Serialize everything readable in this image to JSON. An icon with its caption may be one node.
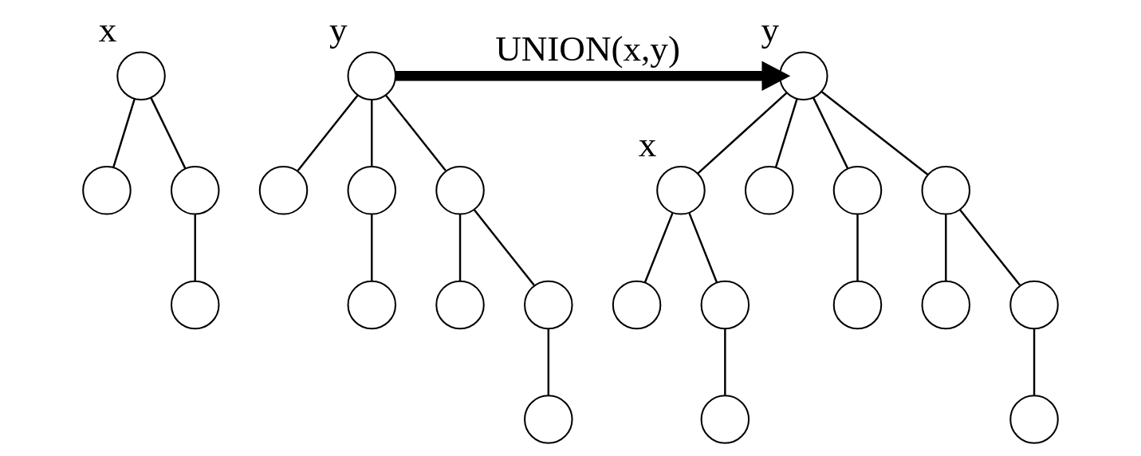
{
  "diagram": {
    "nodes": [
      {
        "text": [],
        "shape": "circle",
        "beside": [
          "x"
        ]
      },
      {
        "text": [],
        "shape": "circle"
      },
      {
        "text": [],
        "shape": "circle"
      },
      {
        "text": [],
        "shape": "circle"
      },
      {
        "text": [],
        "shape": "circle",
        "beside": [
          "y"
        ]
      },
      {
        "text": [],
        "shape": "circle"
      },
      {
        "text": [],
        "shape": "circle"
      },
      {
        "text": [],
        "shape": "circle"
      },
      {
        "text": [],
        "shape": "circle"
      },
      {
        "text": [],
        "shape": "circle"
      },
      {
        "text": [],
        "shape": "circle"
      },
      {
        "text": [],
        "shape": "circle"
      },
      {
        "text": [],
        "shape": "circle",
        "beside": [
          "y"
        ]
      },
      {
        "text": [],
        "shape": "circle",
        "beside": [
          "x"
        ]
      },
      {
        "text": [],
        "shape": "circle"
      },
      {
        "text": [],
        "shape": "circle"
      },
      {
        "text": [],
        "shape": "circle"
      },
      {
        "text": [],
        "shape": "circle"
      },
      {
        "text": [],
        "shape": "circle"
      },
      {
        "text": [],
        "shape": "circle"
      },
      {
        "text": [],
        "shape": "circle"
      },
      {
        "text": [],
        "shape": "circle"
      },
      {
        "text": [],
        "shape": "circle"
      },
      {
        "text": [],
        "shape": "circle"
      }
    ],
    "edges": [
      {
        "from": 0,
        "to": 1,
        "arrow": "none"
      },
      {
        "from": 0,
        "to": 2,
        "arrow": "none"
      },
      {
        "from": 2,
        "to": 3,
        "arrow": "none"
      },
      {
        "from": 4,
        "to": 5,
        "arrow": "none"
      },
      {
        "from": 4,
        "to": 6,
        "arrow": "none"
      },
      {
        "from": 4,
        "to": 7,
        "arrow": "none"
      },
      {
        "from": 6,
        "to": 8,
        "arrow": "none"
      },
      {
        "from": 7,
        "to": 9,
        "arrow": "none"
      },
      {
        "from": 7,
        "to": 10,
        "arrow": "none"
      },
      {
        "from": 10,
        "to": 11,
        "arrow": "none"
      },
      {
        "from": 4,
        "to": 12,
        "arrow": "to",
        "style": "thick",
        "label": "UNION(x,y)"
      },
      {
        "from": 12,
        "to": 13,
        "arrow": "none"
      },
      {
        "from": 12,
        "to": 14,
        "arrow": "none"
      },
      {
        "from": 12,
        "to": 15,
        "arrow": "none"
      },
      {
        "from": 12,
        "to": 16,
        "arrow": "none"
      },
      {
        "from": 13,
        "to": 17,
        "arrow": "none"
      },
      {
        "from": 13,
        "to": 18,
        "arrow": "none"
      },
      {
        "from": 18,
        "to": 19,
        "arrow": "none"
      },
      {
        "from": 15,
        "to": 20,
        "arrow": "none"
      },
      {
        "from": 16,
        "to": 21,
        "arrow": "none"
      },
      {
        "from": 16,
        "to": 22,
        "arrow": "none"
      },
      {
        "from": 22,
        "to": 23,
        "arrow": "none"
      }
    ]
  }
}
